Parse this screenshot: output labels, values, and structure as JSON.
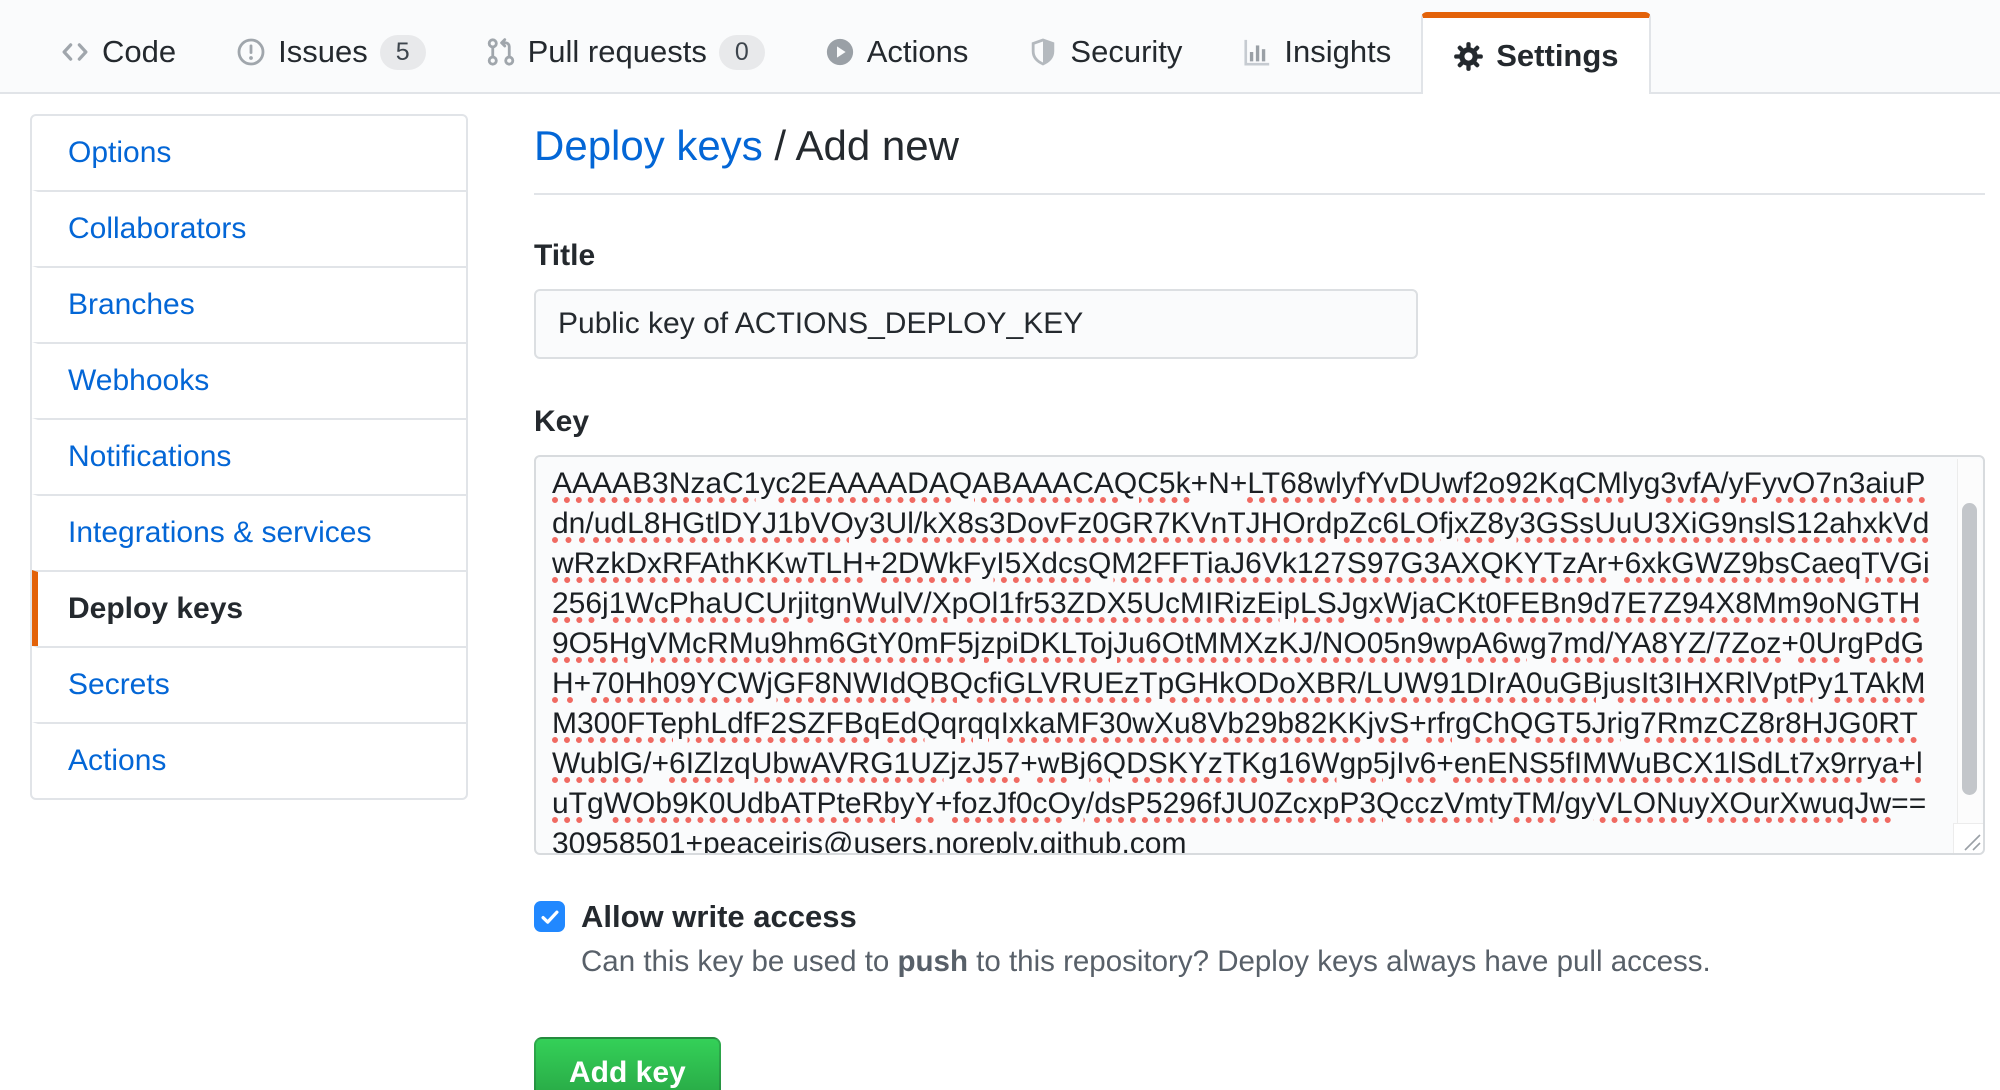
{
  "tabs": [
    {
      "label": "Code",
      "icon": "code-icon",
      "badge": null,
      "active": false
    },
    {
      "label": "Issues",
      "icon": "issue-opened-icon",
      "badge": "5",
      "active": false
    },
    {
      "label": "Pull requests",
      "icon": "git-pull-request-icon",
      "badge": "0",
      "active": false
    },
    {
      "label": "Actions",
      "icon": "play-icon",
      "badge": null,
      "active": false
    },
    {
      "label": "Security",
      "icon": "shield-icon",
      "badge": null,
      "active": false
    },
    {
      "label": "Insights",
      "icon": "graph-icon",
      "badge": null,
      "active": false
    },
    {
      "label": "Settings",
      "icon": "gear-icon",
      "badge": null,
      "active": true
    }
  ],
  "sidebar": {
    "items": [
      {
        "label": "Options",
        "active": false
      },
      {
        "label": "Collaborators",
        "active": false
      },
      {
        "label": "Branches",
        "active": false
      },
      {
        "label": "Webhooks",
        "active": false
      },
      {
        "label": "Notifications",
        "active": false
      },
      {
        "label": "Integrations & services",
        "active": false
      },
      {
        "label": "Deploy keys",
        "active": true
      },
      {
        "label": "Secrets",
        "active": false
      },
      {
        "label": "Actions",
        "active": false
      }
    ]
  },
  "header": {
    "breadcrumb_link": "Deploy keys",
    "separator": " / ",
    "current": "Add new"
  },
  "form": {
    "title_label": "Title",
    "title_value": "Public key of ACTIONS_DEPLOY_KEY",
    "key_label": "Key",
    "key_value": "AAAAB3NzaC1yc2EAAAADAQABAAACAQC5k+N+LT68wlyfYvDUwf2o92KqCMlyg3vfA/yFyvO7n3aiuPdn/udL8HGtlDYJ1bVOy3Ul/kX8s3DovFz0GR7KVnTJHOrdpZc6LOfjxZ8y3GSsUuU3XiG9nslS12ahxkVdwRzkDxRFAthKKwTLH+2DWkFyI5XdcsQM2FFTiaJ6Vk127S97G3AXQKYTzAr+6xkGWZ9bsCaeqTVGi256j1WcPhaUCUrjitgnWulV/XpOl1fr53ZDX5UcMIRizEipLSJgxWjaCKt0FEBn9d7E7Z94X8Mm9oNGTH9O5HgVMcRMu9hm6GtY0mF5jzpiDKLTojJu6OtMMXzKJ/NO05n9wpA6wg7md/YA8YZ/7Zoz+0UrgPdGH+70Hh09YCWjGF8NWIdQBQcfiGLVRUEzTpGHkODoXBR/LUW91DIrA0uGBjusIt3IHXRlVptPy1TAkMM300FTephLdfF2SZFBqEdQqrqqIxkaMF30wXu8Vb29b82KKjvS+rfrgChQGT5Jrig7RmzCZ8r8HJG0RTWublG/+6IZlzqUbwAVRG1UZjzJ57+wBj6QDSKYzTKg16Wgp5jIv6+enENS5fIMWuBCX1lSdLt7x9rrya+luTgWOb9K0UdbATPteRbyY+fozJf0cOy/dsP5296fJU0ZcxpP3QcczVmtyTM/gyVLONuyXOurXwuqJw== 30958501+peaceiris@users.noreply.github.com",
    "write_access_label": "Allow write access",
    "write_access_checked": true,
    "note_before": "Can this key be used to ",
    "note_bold": "push",
    "note_after": " to this repository? Deploy keys always have pull access.",
    "submit_label": "Add key"
  },
  "colors": {
    "accent_orange": "#e36209",
    "link_blue": "#0366d6",
    "checkbox_blue": "#2188ff",
    "button_green": "#28a745",
    "spellcheck_red": "#f06a62"
  }
}
